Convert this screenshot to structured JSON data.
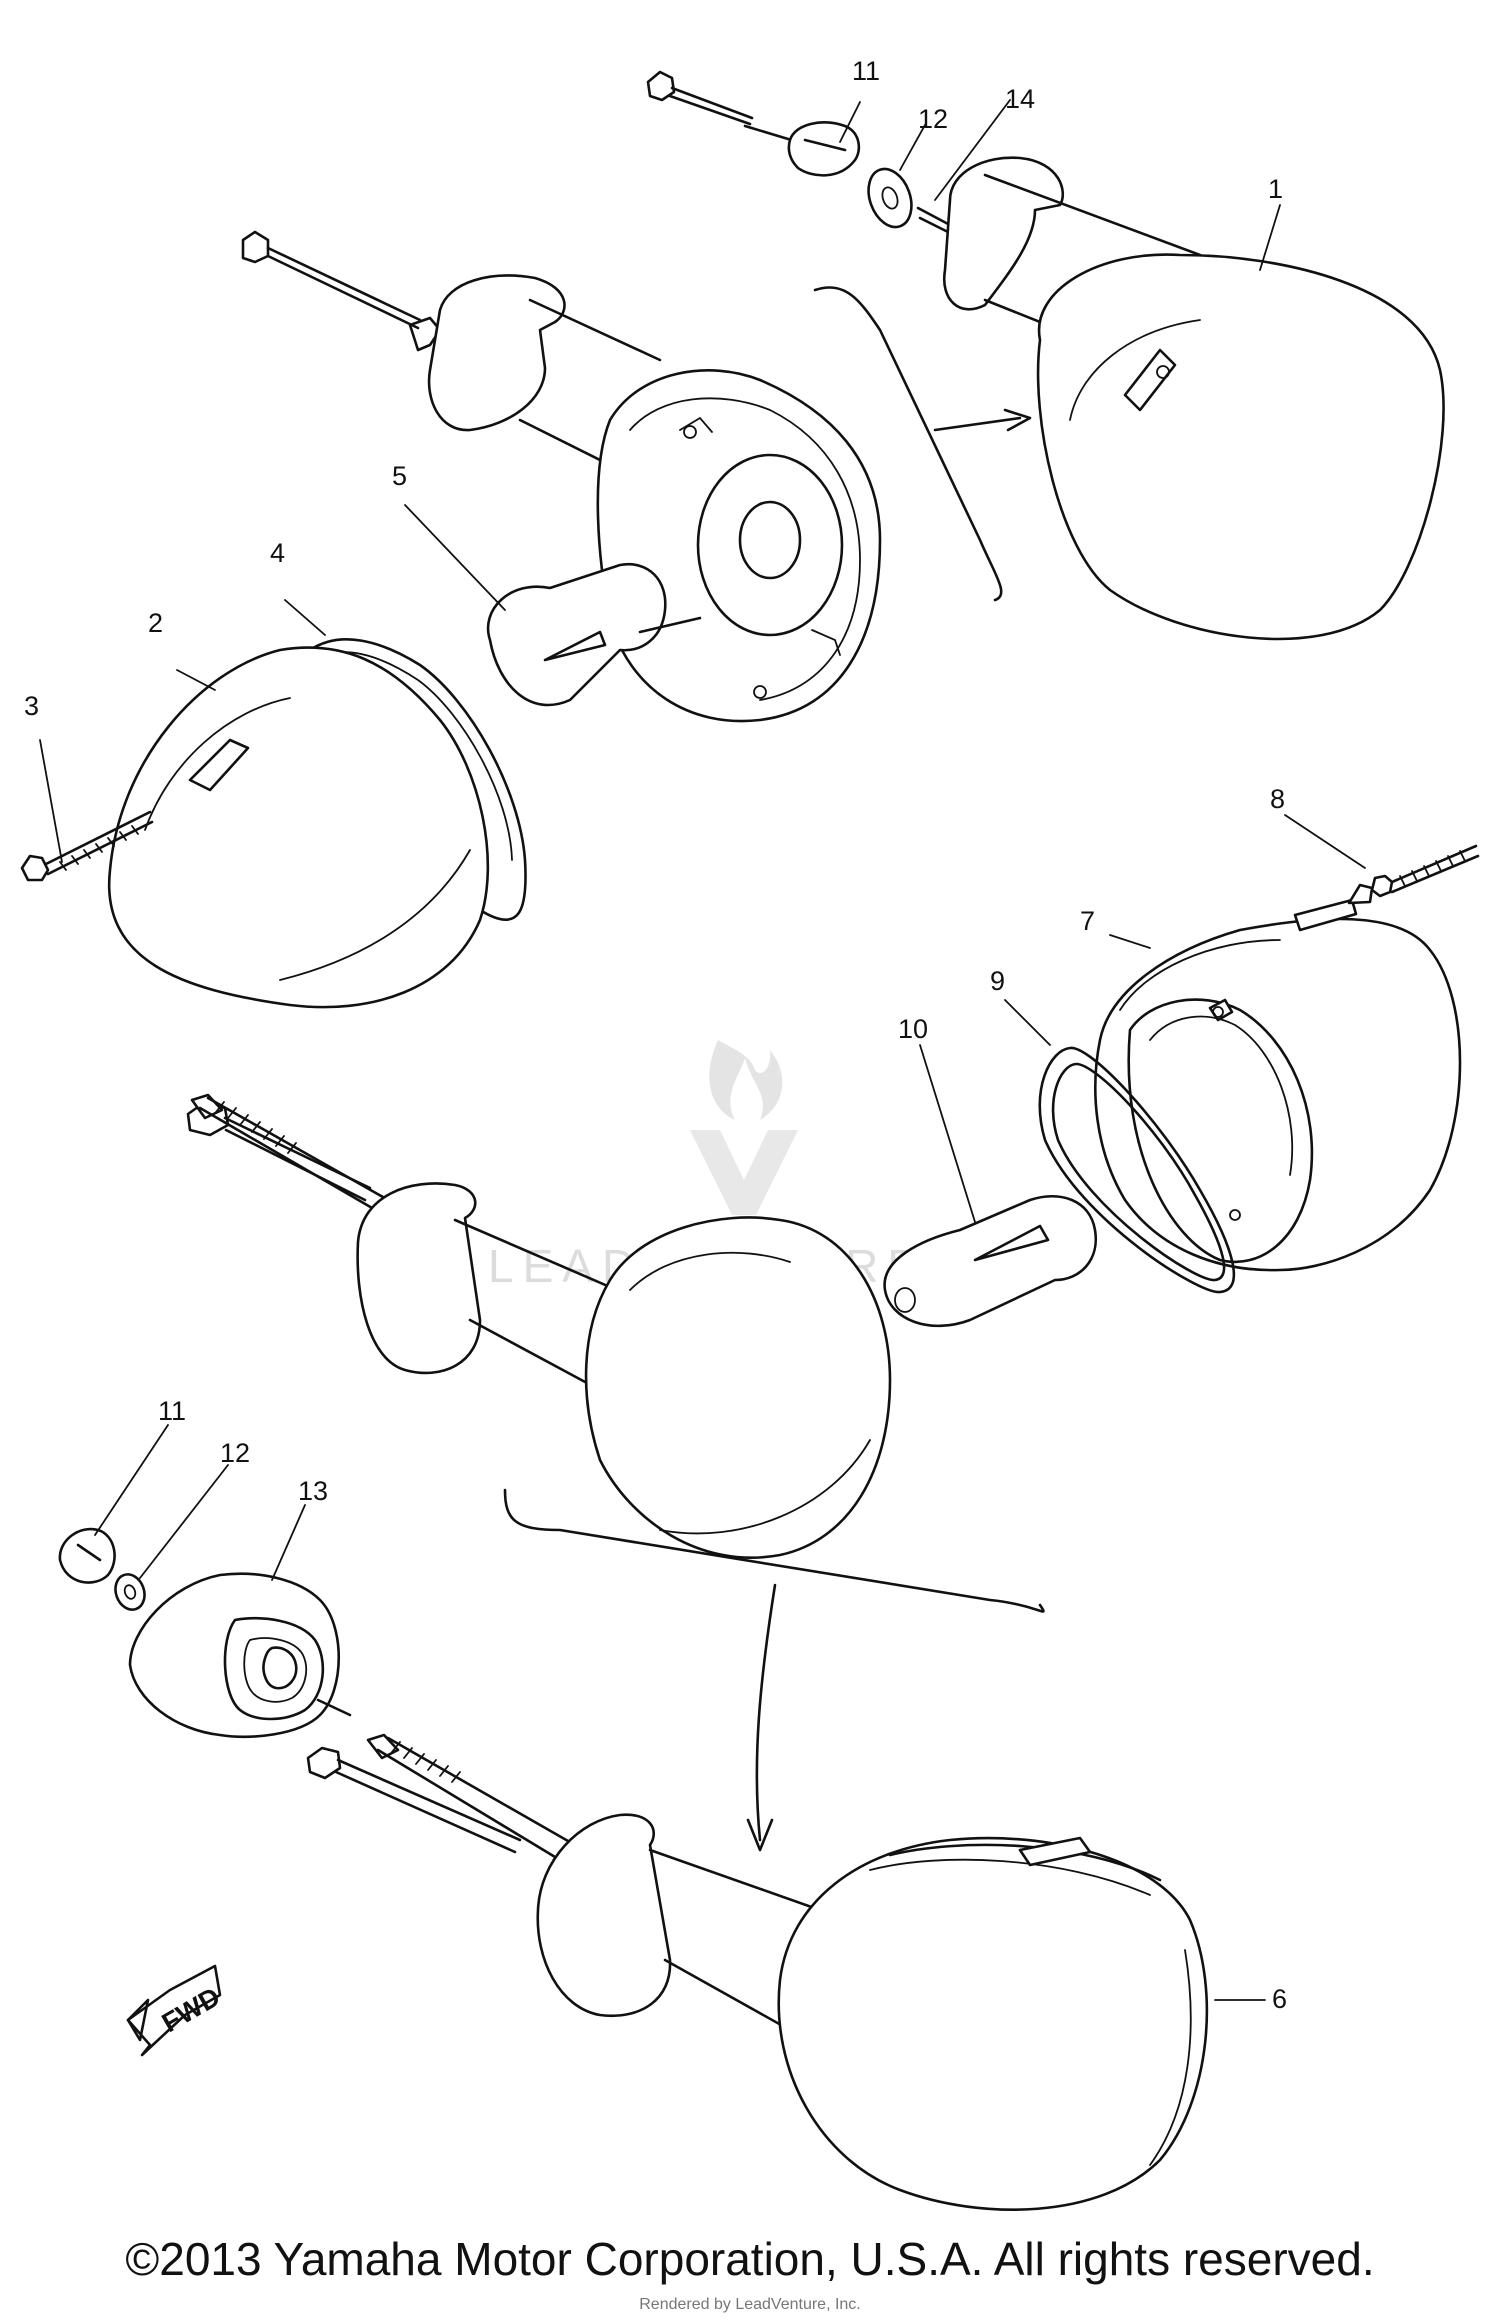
{
  "diagram": {
    "callouts": [
      {
        "id": "c1",
        "text": "1"
      },
      {
        "id": "c2",
        "text": "2"
      },
      {
        "id": "c3",
        "text": "3"
      },
      {
        "id": "c4",
        "text": "4"
      },
      {
        "id": "c5",
        "text": "5"
      },
      {
        "id": "c6",
        "text": "6"
      },
      {
        "id": "c7",
        "text": "7"
      },
      {
        "id": "c8",
        "text": "8"
      },
      {
        "id": "c9",
        "text": "9"
      },
      {
        "id": "c10",
        "text": "10"
      },
      {
        "id": "c11a",
        "text": "11"
      },
      {
        "id": "c12a",
        "text": "12"
      },
      {
        "id": "c14",
        "text": "14"
      },
      {
        "id": "c11b",
        "text": "11"
      },
      {
        "id": "c12b",
        "text": "12"
      },
      {
        "id": "c13",
        "text": "13"
      }
    ],
    "fwd_label": "FWD",
    "watermark": "LEADVENTURE"
  },
  "footer": {
    "copyright": "©2013 Yamaha Motor Corporation, U.S.A. All rights reserved.",
    "rendered_by": "Rendered by LeadVenture, Inc."
  }
}
